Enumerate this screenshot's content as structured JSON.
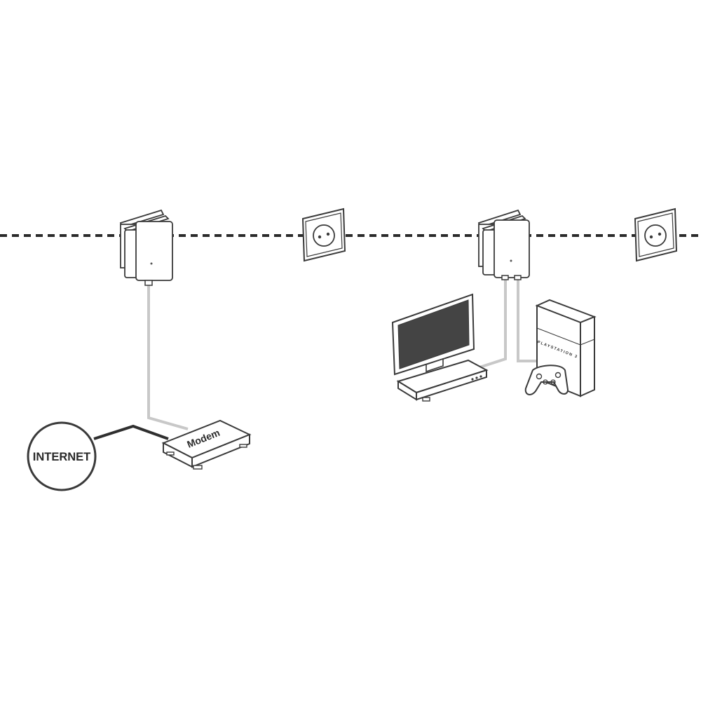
{
  "internet": {
    "label": "INTERNET"
  },
  "modem": {
    "label": "Modem"
  },
  "console": {
    "label": "PLAYSTATION 3"
  },
  "colors": {
    "outline": "#3a3a3a",
    "mains_line": "#2b2b2b",
    "ethernet_cable": "#c8c8c8",
    "dsl_cable": "#2f2f2f",
    "tv_screen": "#444444"
  }
}
